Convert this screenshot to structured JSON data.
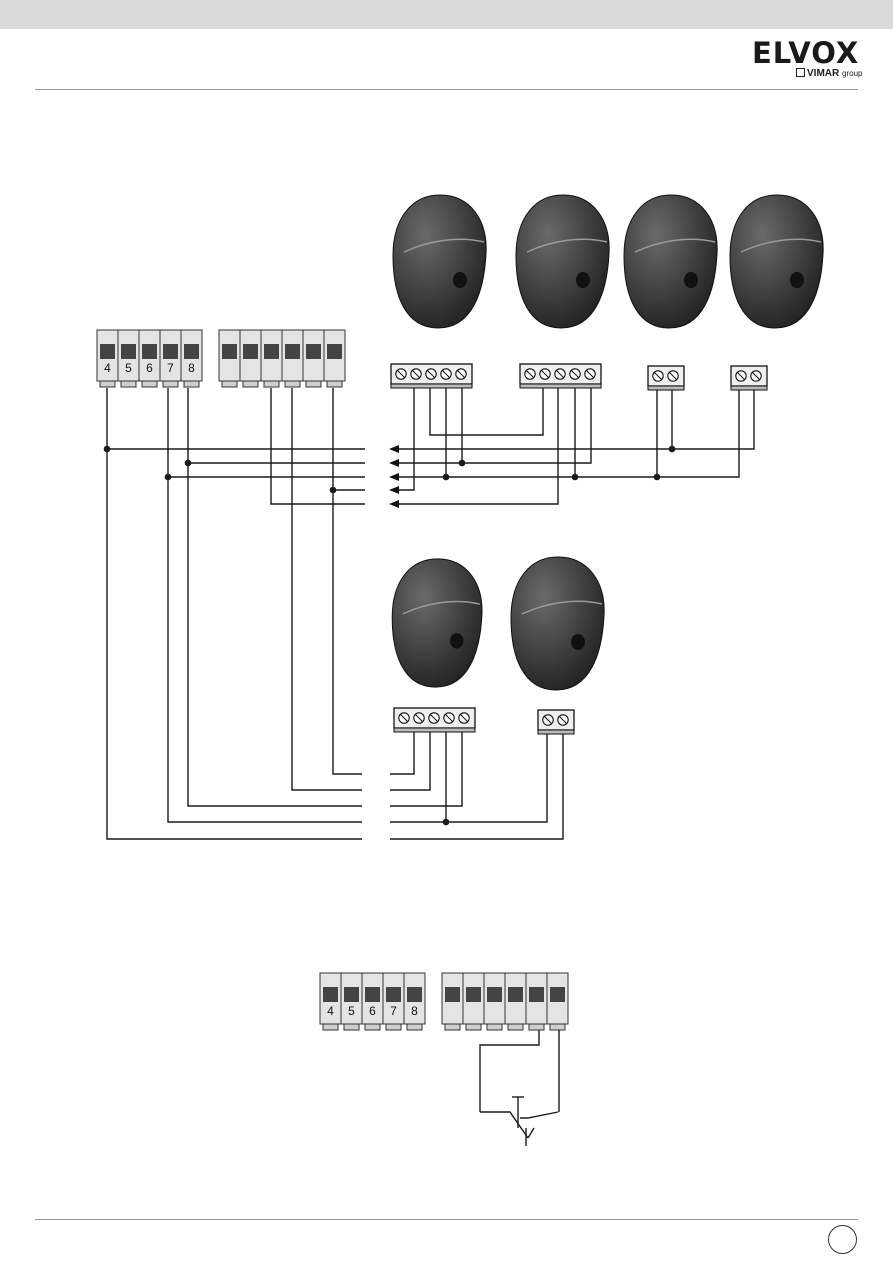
{
  "brand": {
    "name": "ELVOX",
    "sub": "VIMAR",
    "group": "group"
  },
  "terminals": {
    "top_labels": [
      "4",
      "5",
      "6",
      "7",
      "8"
    ],
    "bottom_labels": [
      "4",
      "5",
      "6",
      "7",
      "8"
    ]
  },
  "icons": [
    "speaker-icon",
    "push-button-switch-icon"
  ],
  "colors": {
    "ink": "#1a1a1a",
    "topbar": "#d9d9d9",
    "speaker": "#3a3a3a"
  }
}
